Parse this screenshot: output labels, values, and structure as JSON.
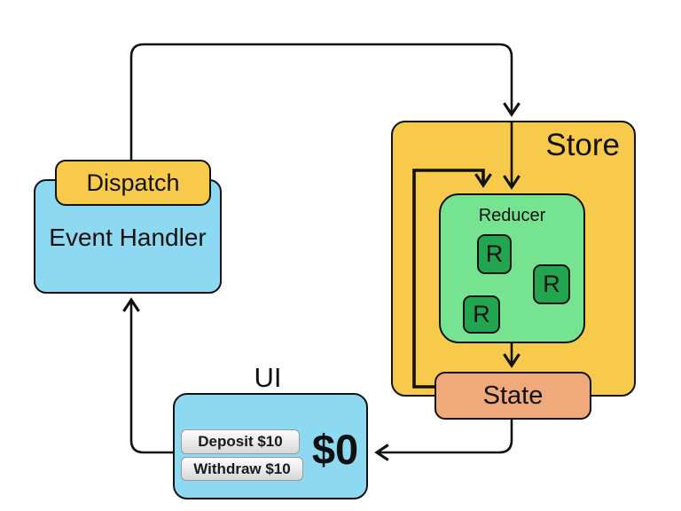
{
  "diagram": {
    "event_handler": {
      "label": "Event Handler"
    },
    "dispatch": {
      "label": "Dispatch"
    },
    "store": {
      "label": "Store"
    },
    "reducer": {
      "label": "Reducer",
      "items": [
        {
          "label": "R"
        },
        {
          "label": "R"
        },
        {
          "label": "R"
        }
      ]
    },
    "state": {
      "label": "State"
    },
    "ui": {
      "label": "UI",
      "buttons": [
        {
          "label": "Deposit $10"
        },
        {
          "label": "Withdraw $10"
        }
      ],
      "balance": "$0"
    }
  },
  "colors": {
    "node_blue": "#8ED9F2",
    "node_yellow": "#F7CA4B",
    "reducer_green": "#76E391",
    "r_green": "#21A64F",
    "state_salmon": "#F0A97B",
    "stroke": "#111111"
  }
}
